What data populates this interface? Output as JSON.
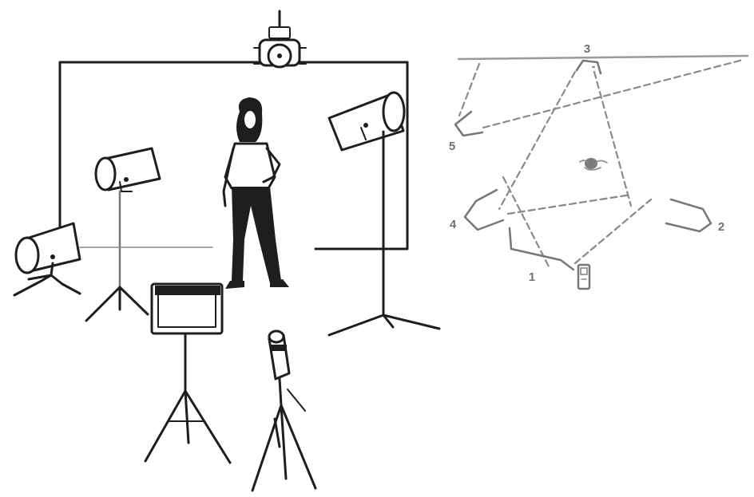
{
  "plan_labels": {
    "top": "3",
    "right": "2",
    "bottom": "1",
    "left": "4",
    "upper_left": "5"
  },
  "colors": {
    "ink": "#1e1e1e",
    "plan_grey": "#8a8a8a",
    "background": "#ffffff"
  }
}
